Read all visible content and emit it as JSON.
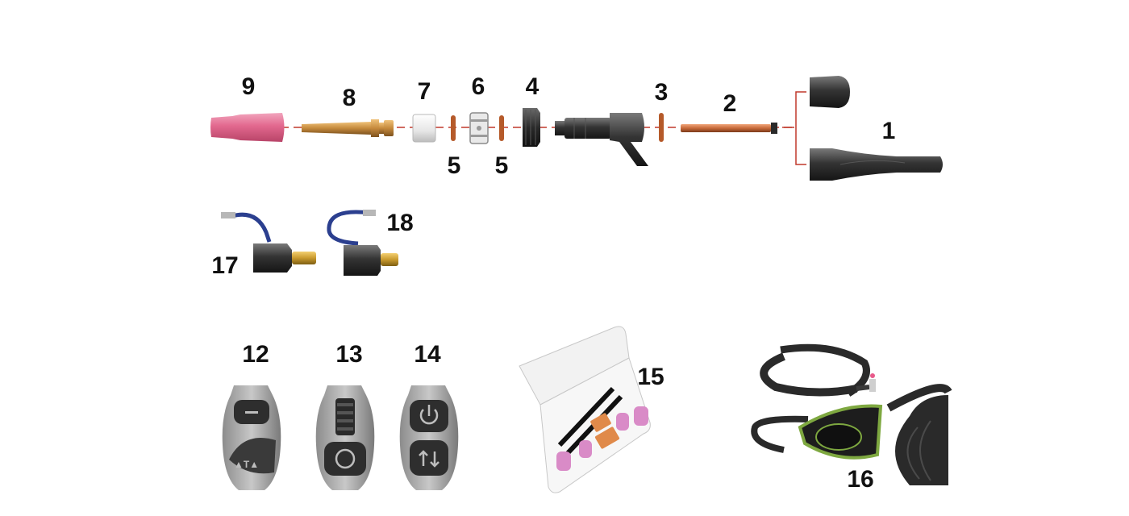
{
  "labels": {
    "p1": "1",
    "p2": "2",
    "p3": "3",
    "p4": "4",
    "p5a": "5",
    "p5b": "5",
    "p6": "6",
    "p7": "7",
    "p8": "8",
    "p9": "9",
    "p12": "12",
    "p13": "13",
    "p14": "14",
    "p15": "15",
    "p16": "16",
    "p17": "17",
    "p18": "18"
  },
  "colors": {
    "cup": "#e2688e",
    "brass": "#c68a3c",
    "copper": "#c76a3a",
    "black": "#2a2a2a",
    "grey": "#a9a9a9",
    "axis": "#c0392b",
    "cable_green": "#7ea840",
    "cable_blue": "#2b3f8f"
  },
  "icons": {
    "power": "power-icon",
    "arrows": "up-down-arrows-icon",
    "minus": "minus-icon"
  }
}
